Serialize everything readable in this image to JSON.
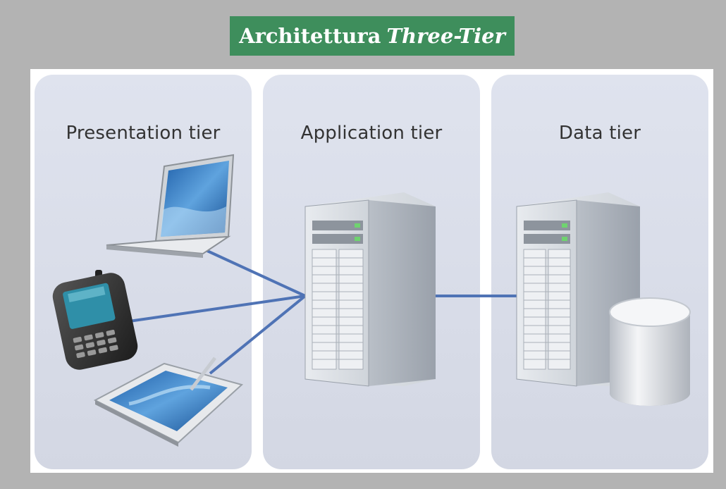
{
  "title": {
    "text": "Architettura",
    "emphasis": "Three-Tier",
    "background": "#3e8e5c"
  },
  "tiers": [
    {
      "name": "Presentation tier",
      "devices": [
        "laptop-icon",
        "smartphone-icon",
        "tablet-icon"
      ]
    },
    {
      "name": "Application tier",
      "devices": [
        "server-icon"
      ]
    },
    {
      "name": "Data tier",
      "devices": [
        "server-icon",
        "database-icon"
      ]
    }
  ],
  "connector_color": "#4f73b5"
}
